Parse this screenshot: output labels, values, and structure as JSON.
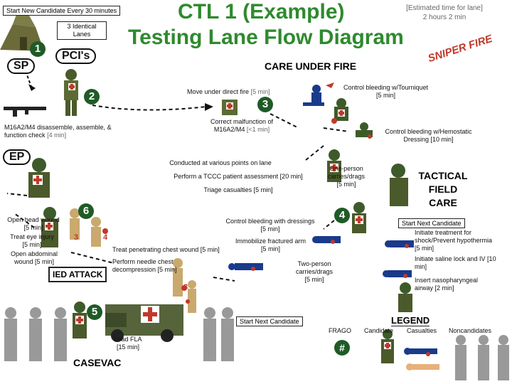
{
  "header": {
    "start_new": "Start New Candidate Every 30 minutes",
    "title_line1": "CTL 1 (Example)",
    "title_line2": "Testing Lane Flow Diagram",
    "time_line1": "[Estimated time for lane]",
    "time_line2": "2 hours 2 min",
    "identical_lanes": "3 Identical\nLanes",
    "pcis": "PCI's",
    "sp": "SP",
    "ep": "EP",
    "sniper_fire": "SNIPER FIRE",
    "care_under_fire": "CARE UNDER FIRE"
  },
  "numbers": {
    "n1": "1",
    "n2": "2",
    "n3": "3",
    "n3b": "3",
    "n4": "4",
    "n4b": "4",
    "n5": "5",
    "n6": "6",
    "n3c": "3"
  },
  "steps": {
    "move_fire": "Move under direct fire",
    "move_fire_t": "[5 min]",
    "correct_malf": "Correct malfunction of\nM16A2/M4",
    "correct_malf_t": "[<1 min]",
    "disassemble": "M16A2/M4 disassemble, assemble, &\nfunction check",
    "disassemble_t": "[4 min]",
    "tourniquet": "Control bleeding w/Tourniquet\n[5 min]",
    "hemostatic": "Control bleeding w/Hemostatic\nDressing [10 min]",
    "conducted": "Conducted at various points on lane",
    "assessment": "Perform a TCCC patient assessment [20 min]",
    "triage": "Triage casualties [5 min]",
    "one_person": "One-person\ncarries/drags\n[5 min]",
    "tactical": "TACTICAL\nFIELD\nCARE",
    "head_wound": "Open head wound\n[5 min]",
    "eye_injury": "Treat eye injury\n[5 min]",
    "abdominal": "Open abdominal\nwound [5 min]",
    "dressings": "Control bleeding with dressings\n[5 min]",
    "fracture": "Immobilize fractured arm\n[5 min]",
    "chest": "Treat penetrating chest wound [5 min]",
    "needle": "Perform needle chest\ndecompression [5 min]",
    "two_person": "Two-person\ncarries/drags\n[5 min]",
    "ied": "IED ATTACK",
    "start_next_right": "Start Next Candidate",
    "initiate_shock": "Initiate treatment for\nshock/Prevent hypothermia\n[5 min]",
    "saline": "Initiate saline lock and IV [10\nmin]",
    "airway": "Insert nasopharyngeal\nairway [2 min]",
    "start_next_bottom": "Start Next Candidate",
    "load_fla": "Load FLA\n[15 min]",
    "casevac": "CASEVAC"
  },
  "legend": {
    "title": "LEGEND",
    "frago": "FRAGO",
    "candidate": "Candidate",
    "casualties": "Casualties",
    "noncandidates": "Noncandidates",
    "hash": "#"
  }
}
